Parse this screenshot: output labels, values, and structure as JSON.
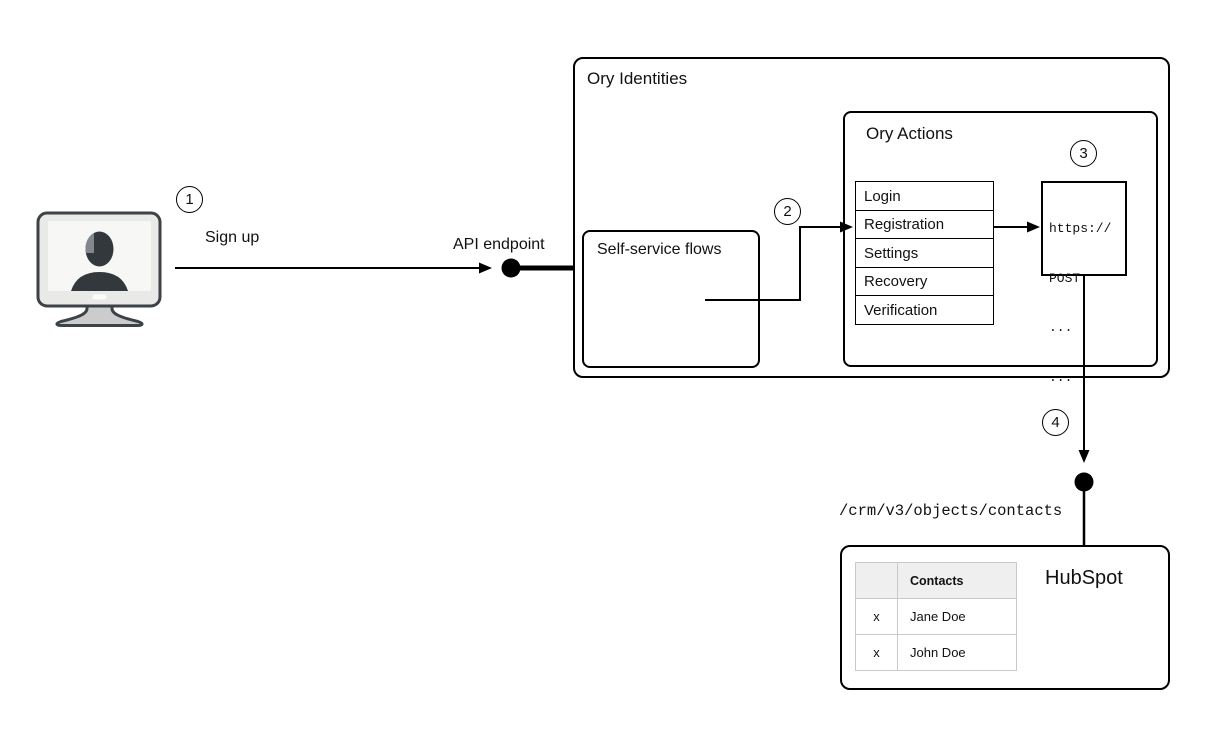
{
  "steps": [
    "1",
    "2",
    "3",
    "4"
  ],
  "labels": {
    "sign_up": "Sign up",
    "api_endpoint": "API endpoint",
    "crm_path": "/crm/v3/objects/contacts"
  },
  "ory_identities": {
    "title": "Ory Identities",
    "self_service_title": "Self-service flows"
  },
  "ory_actions": {
    "title": "Ory Actions",
    "flows": [
      "Login",
      "Registration",
      "Settings",
      "Recovery",
      "Verification"
    ],
    "code_lines": [
      "https://",
      "POST",
      "...",
      "..."
    ]
  },
  "hubspot": {
    "title": "HubSpot",
    "table": {
      "header": [
        "",
        "Contacts"
      ],
      "rows": [
        [
          "x",
          "Jane Doe"
        ],
        [
          "x",
          "John Doe"
        ]
      ]
    }
  },
  "icons": [
    "user-device-icon",
    "endpoint-dot-icon",
    "arrowhead-icon"
  ],
  "colors": {
    "background": "#ffffff",
    "line": "#000000",
    "box_border": "#000000",
    "contacts_border": "#c9c9c9",
    "contacts_header_bg": "#efefef",
    "monitor_frame": "#e9e9e8",
    "monitor_screen": "#f7f7f5",
    "monitor_silhouette": "#33383d",
    "monitor_stand": "#cccccc"
  }
}
